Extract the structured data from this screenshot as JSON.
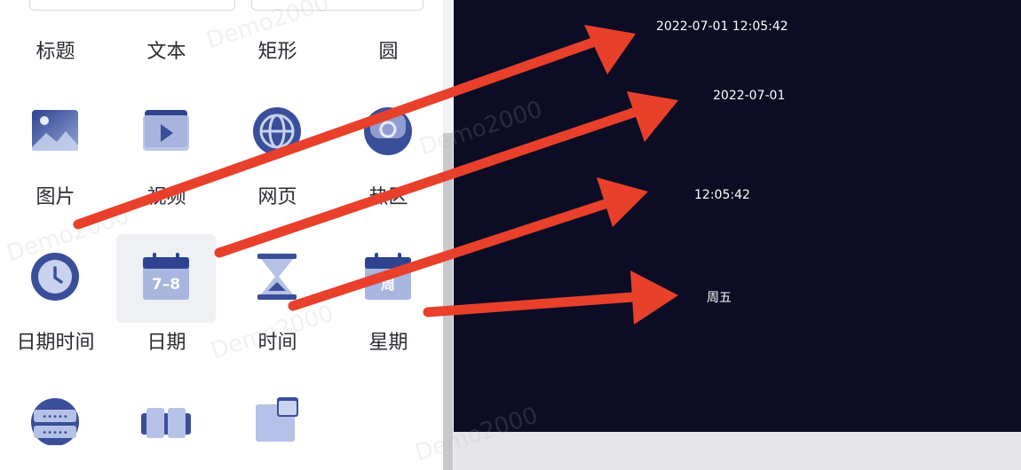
{
  "panel": {
    "row_labels_top": [
      "标题",
      "文本",
      "矩形",
      "圆"
    ],
    "components": [
      {
        "label": "图片",
        "icon": "image-icon"
      },
      {
        "label": "视频",
        "icon": "video-icon"
      },
      {
        "label": "网页",
        "icon": "globe-icon"
      },
      {
        "label": "热区",
        "icon": "hotspot-icon"
      },
      {
        "label": "日期时间",
        "icon": "clock-icon"
      },
      {
        "label": "日期",
        "icon": "calendar-icon",
        "badge": "7–8",
        "selected": true
      },
      {
        "label": "时间",
        "icon": "hourglass-icon"
      },
      {
        "label": "星期",
        "icon": "weekday-calendar-icon",
        "badge": "周"
      },
      {
        "icon": "list-icon"
      },
      {
        "icon": "carousel-icon"
      },
      {
        "icon": "window-icon"
      }
    ]
  },
  "canvas": {
    "datetime": "2022-07-01 12:05:42",
    "date": "2022-07-01",
    "time": "12:05:42",
    "weekday": "周五"
  },
  "watermark": "Demo2000",
  "colors": {
    "canvas_bg": "#0c0c24",
    "arrow": "#e8402b",
    "icon_blue": "#3a4f9a",
    "selected_tile": "#eef0f4"
  }
}
